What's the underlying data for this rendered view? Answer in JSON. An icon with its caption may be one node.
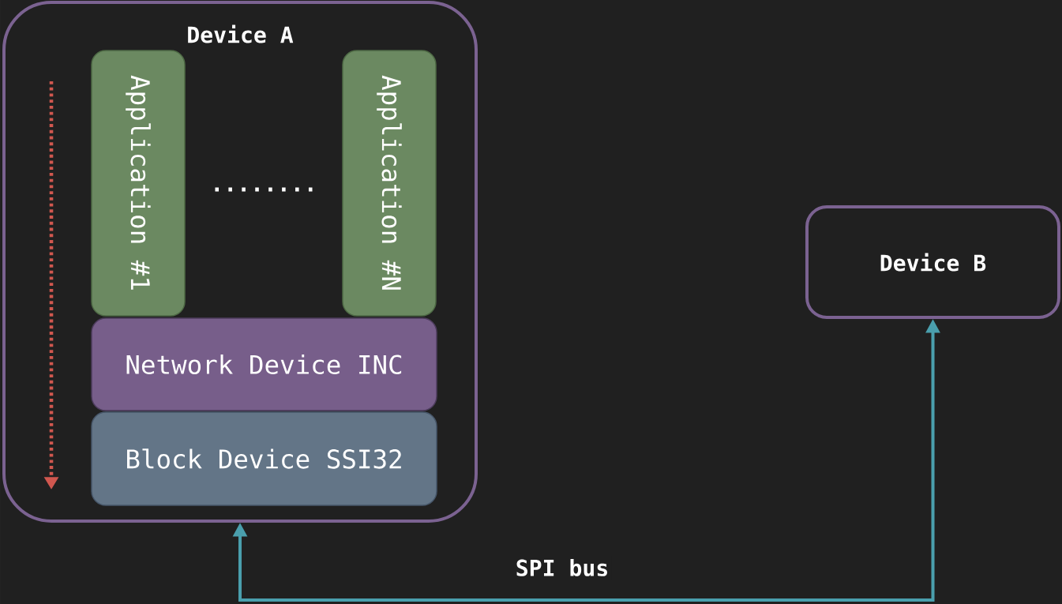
{
  "diagram": {
    "nodes": [
      {
        "text": [
          "Device A"
        ]
      },
      {
        "text": [
          "Application #1"
        ],
        "in": 0
      },
      {
        "text": [
          "Application #N"
        ],
        "in": 0
      },
      {
        "text": [
          "Network Device INC"
        ],
        "in": 0
      },
      {
        "text": [
          "Block Device SSI32"
        ],
        "in": 0
      },
      {
        "text": [
          "Device B"
        ]
      }
    ],
    "edges": [
      {
        "from": 0,
        "to": 5,
        "arrow": "both",
        "label": "SPI bus",
        "color": "#4a9fad"
      }
    ],
    "labels": [
      "........"
    ]
  }
}
